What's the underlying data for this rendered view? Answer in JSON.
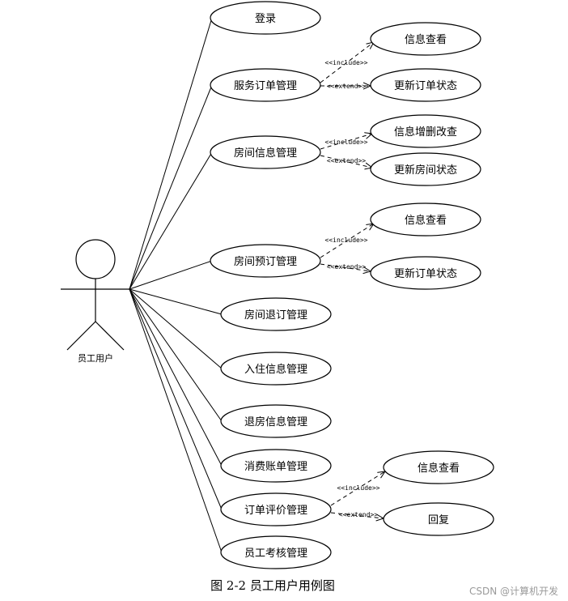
{
  "actor": {
    "name": "员工用户"
  },
  "use_cases": [
    {
      "id": "login",
      "label": "登录"
    },
    {
      "id": "service-order",
      "label": "服务订单管理"
    },
    {
      "id": "room-info",
      "label": "房间信息管理"
    },
    {
      "id": "room-booking",
      "label": "房间预订管理"
    },
    {
      "id": "room-cancel",
      "label": "房间退订管理"
    },
    {
      "id": "checkin-info",
      "label": "入住信息管理"
    },
    {
      "id": "checkout-info",
      "label": "退房信息管理"
    },
    {
      "id": "billing",
      "label": "消费账单管理"
    },
    {
      "id": "order-review",
      "label": "订单评价管理"
    },
    {
      "id": "staff-assessment",
      "label": "员工考核管理"
    }
  ],
  "sub_use_cases": [
    {
      "id": "so-view",
      "parent": "service-order",
      "label": "信息查看",
      "relation": "<<include>>"
    },
    {
      "id": "so-update",
      "parent": "service-order",
      "label": "更新订单状态",
      "relation": "<<extend>>"
    },
    {
      "id": "ri-crud",
      "parent": "room-info",
      "label": "信息增删改查",
      "relation": "<<include>>"
    },
    {
      "id": "ri-update",
      "parent": "room-info",
      "label": "更新房间状态",
      "relation": "<<extend>>"
    },
    {
      "id": "rb-view",
      "parent": "room-booking",
      "label": "信息查看",
      "relation": "<<include>>"
    },
    {
      "id": "rb-update",
      "parent": "room-booking",
      "label": "更新订单状态",
      "relation": "<<extend>>"
    },
    {
      "id": "or-view",
      "parent": "order-review",
      "label": "信息查看",
      "relation": "<<include>>"
    },
    {
      "id": "or-reply",
      "parent": "order-review",
      "label": "回复",
      "relation": "<<extend>>"
    }
  ],
  "caption": "图 2-2 员工用户用例图",
  "watermark": "CSDN @计算机开发"
}
